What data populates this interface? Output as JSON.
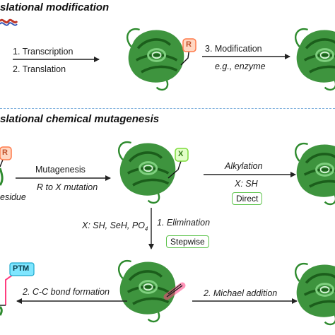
{
  "section1": {
    "title": "slational modification",
    "steps": {
      "transcription": "1. Transcription",
      "translation": "2. Translation",
      "modification": "3. Modification",
      "example": "e.g., enzyme"
    },
    "badge_r": "R"
  },
  "section2": {
    "title": "slational chemical mutagenesis",
    "mutagenesis": "Mutagenesis",
    "mutation": "R to X mutation",
    "residue": "esidue",
    "badge_r": "R",
    "badge_x": "X",
    "alkylation": "Alkylation",
    "x_sh": "X: SH",
    "direct": "Direct",
    "x_list": "X: SH, SeH, PO",
    "x_list_sub": "4",
    "elimination": "1. Elimination",
    "stepwise": "Stepwise",
    "cc_bond": "2. C-C bond formation",
    "michael": "2. Michael addition",
    "ptm": "PTM"
  },
  "colors": {
    "protein": "#2e8b2e",
    "protein_dark": "#1b5e1b",
    "badge_r_fill": "#ffd7c2",
    "badge_r_stroke": "#ff7a4a",
    "badge_x_fill": "#e2ffc8",
    "badge_x_stroke": "#7ddc3c",
    "ptm_fill": "#7fe6ff",
    "highlight": "#ff3d7f",
    "divider": "#7fb0dd"
  }
}
